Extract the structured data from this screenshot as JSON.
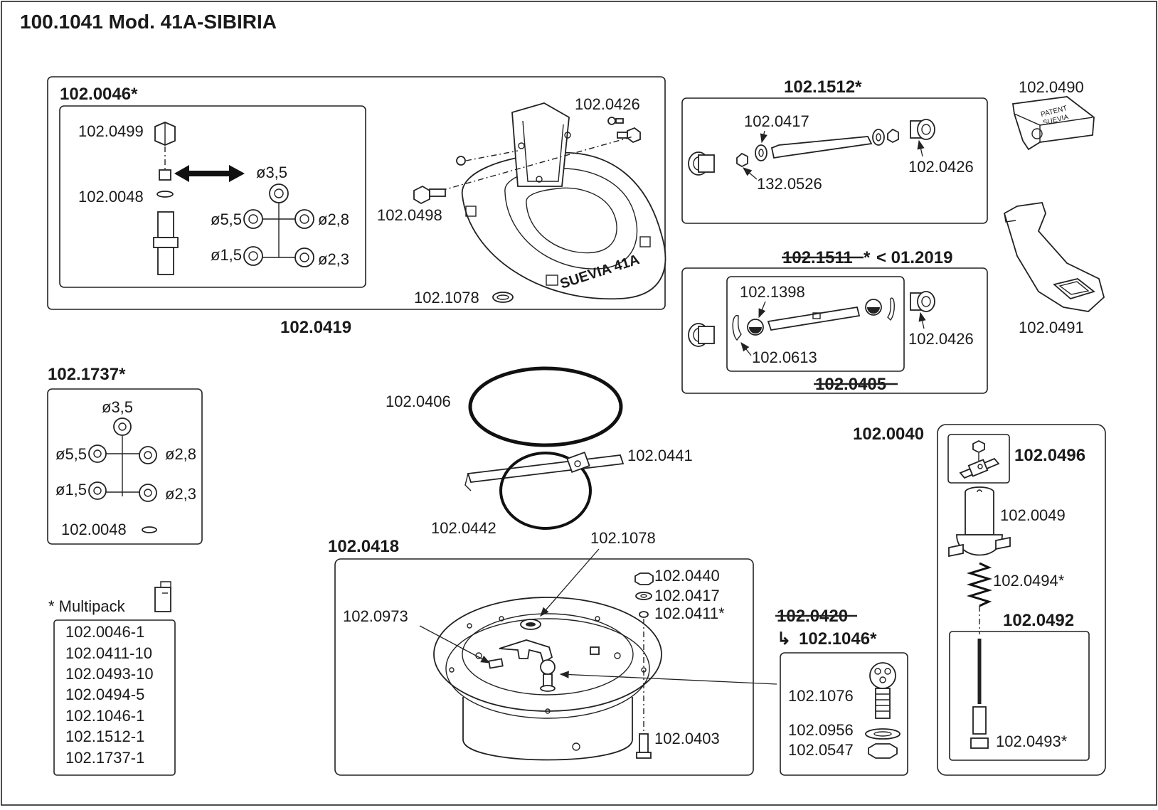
{
  "title": "100.1041 Mod. 41A-SIBIRIA",
  "main_unit": {
    "kit_label": "102.0046*",
    "bowl_label": "102.0419",
    "parts": {
      "p0499": "102.0499",
      "p0048": "102.0048",
      "p0426": "102.0426",
      "p0498": "102.0498",
      "p1078": "102.1078"
    },
    "nozzles": [
      "ø3,5",
      "ø5,5",
      "ø2,8",
      "ø1,5",
      "ø2,3"
    ],
    "bowl_text": "SUEVIA 41A"
  },
  "axle_1512": {
    "label": "102.1512*",
    "parts": {
      "p0417": "102.0417",
      "p0526": "132.0526",
      "p0426": "102.0426"
    }
  },
  "axle_1511": {
    "label_struck": "102.1511",
    "label_star": "*",
    "label_date": "< 01.2019",
    "inner_struck": "102.0405",
    "parts": {
      "p1398": "102.1398",
      "p0613": "102.0613",
      "p0426": "102.0426"
    }
  },
  "cover_0490": {
    "label": "102.0490",
    "text_line1": "PATENT",
    "text_line2": "SUEVIA"
  },
  "bracket_0491": {
    "label": "102.0491"
  },
  "kit_1737": {
    "label": "102.1737*",
    "nozzles": [
      "ø3,5",
      "ø5,5",
      "ø2,8",
      "ø1,5",
      "ø2,3"
    ],
    "washer": "102.0048"
  },
  "rings": {
    "p0406": "102.0406",
    "p0441": "102.0441",
    "p0442": "102.0442"
  },
  "base_0418": {
    "label": "102.0418",
    "parts": {
      "p1078": "102.1078",
      "p0440": "102.0440",
      "p0417": "102.0417",
      "p0411": "102.0411*",
      "p0973": "102.0973",
      "p0403": "102.0403"
    }
  },
  "valve_0420": {
    "label_struck": "102.0420",
    "label_new": "102.1046*",
    "arrow": "↳",
    "parts": {
      "p1076": "102.1076",
      "p0956": "102.0956",
      "p0547": "102.0547"
    }
  },
  "valve_0040": {
    "label": "102.0040",
    "sub_label": "102.0496",
    "parts": {
      "p0049": "102.0049",
      "p0494": "102.0494*"
    },
    "pin_label": "102.0492",
    "pin_part": "102.0493*"
  },
  "multipack": {
    "label": "* Multipack",
    "items": [
      "102.0046-1",
      "102.0411-10",
      "102.0493-10",
      "102.0494-5",
      "102.1046-1",
      "102.1512-1",
      "102.1737-1"
    ]
  }
}
